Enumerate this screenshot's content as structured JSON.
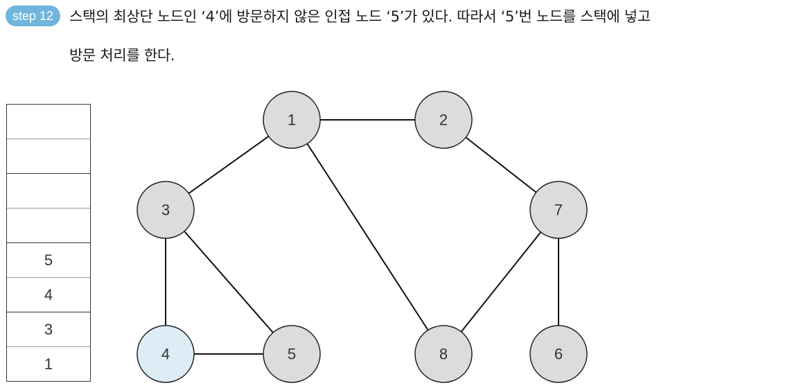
{
  "header": {
    "step_label": "step 12",
    "description_line1": "스택의 최상단 노드인 ‘4’에 방문하지 않은 인접 노드 ‘5’가 있다. 따라서 ‘5’번 노드를 스택에 넣고",
    "description_line2": "방문 처리를 한다."
  },
  "stack": {
    "cells": [
      "",
      "",
      "",
      "",
      "5",
      "4",
      "3",
      "1"
    ]
  },
  "graph": {
    "nodes": [
      {
        "id": "1",
        "label": "1",
        "state": "visited"
      },
      {
        "id": "2",
        "label": "2",
        "state": "unvisited"
      },
      {
        "id": "3",
        "label": "3",
        "state": "visited"
      },
      {
        "id": "4",
        "label": "4",
        "state": "current"
      },
      {
        "id": "5",
        "label": "5",
        "state": "visited"
      },
      {
        "id": "6",
        "label": "6",
        "state": "unvisited"
      },
      {
        "id": "7",
        "label": "7",
        "state": "unvisited"
      },
      {
        "id": "8",
        "label": "8",
        "state": "unvisited"
      }
    ],
    "edges": [
      [
        "1",
        "2"
      ],
      [
        "1",
        "3"
      ],
      [
        "1",
        "8"
      ],
      [
        "2",
        "7"
      ],
      [
        "3",
        "4"
      ],
      [
        "3",
        "5"
      ],
      [
        "4",
        "5"
      ],
      [
        "7",
        "8"
      ],
      [
        "7",
        "6"
      ]
    ],
    "colors": {
      "node_fill": "#dcdcdc",
      "node_current_fill": "#dcedf6",
      "badge": "#6fb5dc"
    }
  }
}
